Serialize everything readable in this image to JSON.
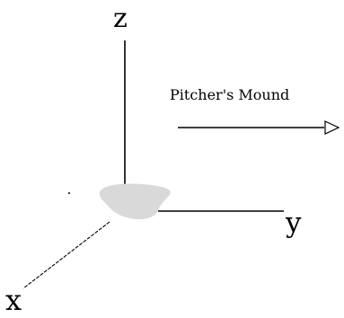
{
  "axes": {
    "z_label": "z",
    "y_label": "y",
    "x_label": "x"
  },
  "annotation": {
    "pitchers_mound_label": "Pitcher's Mound"
  },
  "colors": {
    "lines": "#000000",
    "home_plate": "#d9d9d9",
    "background": "#ffffff"
  }
}
